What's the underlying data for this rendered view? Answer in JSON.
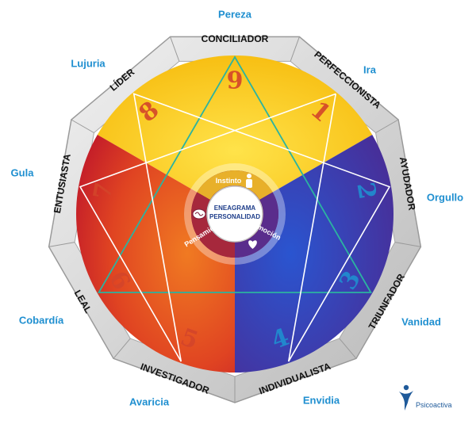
{
  "colors": {
    "yellow": "#f7c20c",
    "orange": "#e8501f",
    "red": "#c0182a",
    "purple": "#4a2a8c",
    "blue": "#2742b0",
    "teal_line": "#2bb3a0",
    "vice_text": "#1f8fd0",
    "number_red": "#d4452a",
    "number_blue": "#1f8fd0",
    "rim": "#d4d4d4"
  },
  "types": [
    {
      "number": "9",
      "name": "CONCILIADOR",
      "vice": "Pereza"
    },
    {
      "number": "1",
      "name": "PERFECCIONISTA",
      "vice": "Ira"
    },
    {
      "number": "2",
      "name": "AYUDADOR",
      "vice": "Orgullo"
    },
    {
      "number": "3",
      "name": "TRIUNFADOR",
      "vice": "Vanidad"
    },
    {
      "number": "4",
      "name": "INDIVIDUALISTA",
      "vice": "Envidia"
    },
    {
      "number": "5",
      "name": "INVESTIGADOR",
      "vice": "Avaricia"
    },
    {
      "number": "6",
      "name": "LEAL",
      "vice": "Cobardía"
    },
    {
      "number": "7",
      "name": "ENTUSIASTA",
      "vice": "Gula"
    },
    {
      "number": "8",
      "name": "LÍDER",
      "vice": "Lujuria"
    }
  ],
  "center": {
    "title_line1": "ENEAGRAMA",
    "title_line2": "PERSONALIDAD",
    "instinto": "Instinto",
    "emocion": "Emoción",
    "pensamiento": "Pensamiento"
  },
  "brand": {
    "name": "Psicoactiva"
  }
}
